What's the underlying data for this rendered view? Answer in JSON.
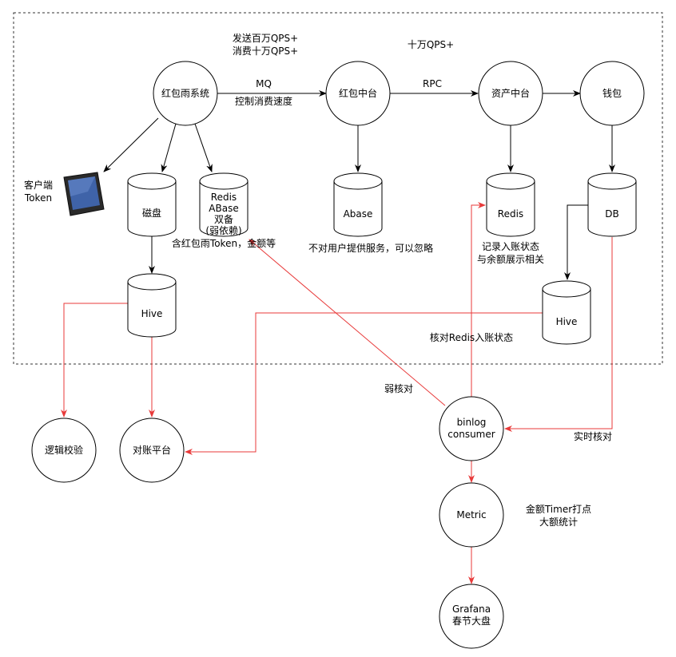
{
  "nodes": {
    "hongbaoyu": "红包雨系统",
    "hongbao_zhongtai": "红包中台",
    "zichan_zhongtai": "资产中台",
    "qianbao": "钱包",
    "cipan": "磁盘",
    "redis_abase": [
      "Redis",
      "ABase",
      "双备",
      "(弱依赖)"
    ],
    "abase": "Abase",
    "redis": "Redis",
    "db": "DB",
    "hive_left": "Hive",
    "hive_right": "Hive",
    "binlog": [
      "binlog",
      "consumer"
    ],
    "luoji": "逻辑校验",
    "duizhang": "对账平台",
    "metric": "Metric",
    "grafana": [
      "Grafana",
      "春节大盘"
    ],
    "client": [
      "客户端",
      "Token"
    ]
  },
  "labels": {
    "qps1": "发送百万QPS+",
    "qps2": "消费十万QPS+",
    "qps3": "十万QPS+",
    "mq": "MQ",
    "mq_sub": "控制消费速度",
    "rpc": "RPC",
    "redis_note": "含红包雨Token，金额等",
    "abase_note": "不对用户提供服务，可以忽略",
    "redis_note2": [
      "记录入账状态",
      "与余额展示相关"
    ],
    "check_redis": "核对Redis入账状态",
    "weak_check": "弱核对",
    "realtime_check": "实时核对",
    "metric_note": [
      "金额Timer打点",
      "大额统计"
    ]
  },
  "colors": {
    "accent": "#e83a3a",
    "line": "#000000",
    "border": "#333333"
  }
}
